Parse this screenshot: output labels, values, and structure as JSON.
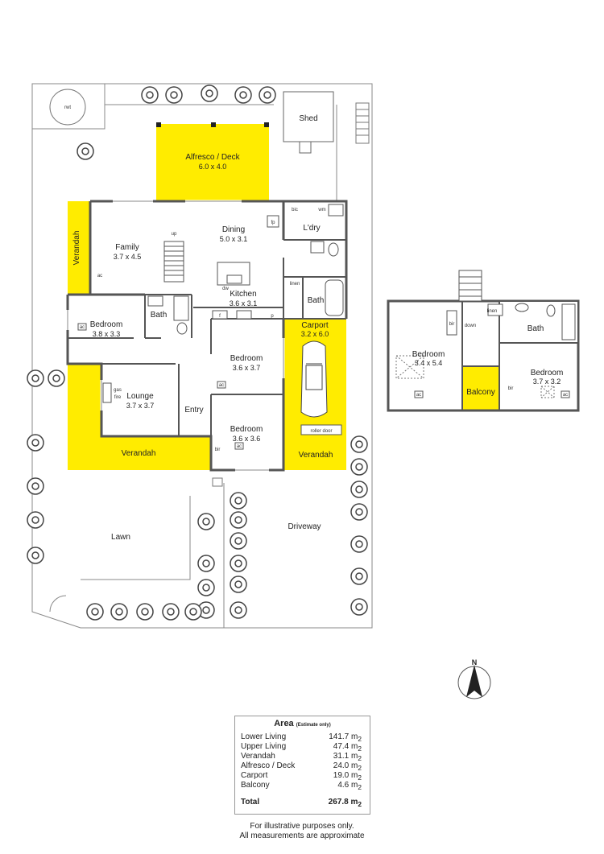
{
  "colors": {
    "highlight": "#ffec00",
    "wall": "#555555",
    "tree": "#444444"
  },
  "rooms": {
    "alfresco": {
      "name": "Alfresco / Deck",
      "dim": "6.0 x 4.0"
    },
    "shed": {
      "name": "Shed"
    },
    "verandah_left": {
      "name": "Verandah"
    },
    "dining": {
      "name": "Dining",
      "dim": "5.0 x 3.1"
    },
    "family": {
      "name": "Family",
      "dim": "3.7 x 4.5"
    },
    "laundry": {
      "name": "L'dry"
    },
    "kitchen": {
      "name": "Kitchen",
      "dim": "3.6 x 3.1"
    },
    "bath_lower": {
      "name": "Bath"
    },
    "bath_ens": {
      "name": "Bath"
    },
    "bedroom1": {
      "name": "Bedroom",
      "dim": "3.8 x 3.3"
    },
    "bedroom2": {
      "name": "Bedroom",
      "dim": "3.6 x 3.7"
    },
    "bedroom3": {
      "name": "Bedroom",
      "dim": "3.6 x 3.6"
    },
    "carport": {
      "name": "Carport",
      "dim": "3.2 x 6.0"
    },
    "lounge": {
      "name": "Lounge",
      "dim": "3.7 x 3.7"
    },
    "entry": {
      "name": "Entry"
    },
    "verandah_front": {
      "name": "Verandah"
    },
    "verandah_carport": {
      "name": "Verandah"
    },
    "lawn": {
      "name": "Lawn"
    },
    "driveway": {
      "name": "Driveway"
    },
    "up_bedroom1": {
      "name": "Bedroom",
      "dim": "3.4 x 5.4"
    },
    "up_bath": {
      "name": "Bath"
    },
    "up_bedroom2": {
      "name": "Bedroom",
      "dim": "3.7 x 3.2"
    },
    "balcony": {
      "name": "Balcony"
    }
  },
  "labels": {
    "rwt": "rwt",
    "up": "up",
    "down": "down",
    "bic": "bic",
    "wm": "wm",
    "fp": "fp",
    "ac": "ac",
    "dw": "dw",
    "linen": "linen",
    "bir": "bir",
    "f": "f",
    "p": "p",
    "gas_fire": [
      "gas",
      "fire"
    ],
    "roller_door": "roller door",
    "compass": "N"
  },
  "area": {
    "title": "Area",
    "subtitle": "(Estimate only)",
    "rows": [
      {
        "name": "Lower Living",
        "value": "141.7 m",
        "unit": "2"
      },
      {
        "name": "Upper Living",
        "value": "47.4 m",
        "unit": "2"
      },
      {
        "name": "Verandah",
        "value": "31.1 m",
        "unit": "2"
      },
      {
        "name": "Alfresco / Deck",
        "value": "24.0 m",
        "unit": "2"
      },
      {
        "name": "Carport",
        "value": "19.0 m",
        "unit": "2"
      },
      {
        "name": "Balcony",
        "value": "4.6 m",
        "unit": "2"
      }
    ],
    "total": {
      "name": "Total",
      "value": "267.8 m",
      "unit": "2"
    }
  },
  "footnote": [
    "For illustrative purposes only.",
    "All measurements are approximate"
  ]
}
